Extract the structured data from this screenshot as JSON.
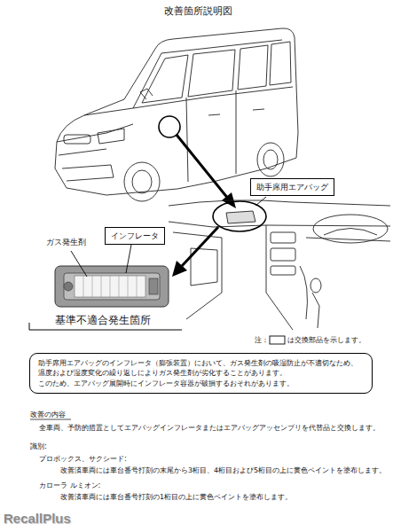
{
  "diagram": {
    "title": "改善箇所説明図",
    "nodes": [
      {
        "text": [
          "助手席用エアバッグ"
        ]
      },
      {
        "text": [
          "インフレータ"
        ]
      },
      {
        "text": [
          "助手席用エアバッグのインフレータ（膨張装置）において、ガス発生剤の吸湿防止が不適切なため、温度および湿度変化の繰り返しによりガス発生剤が劣化することがあります。",
          "このため、エアバッグ展開時にインフレータ容器が破損するおそれがあります。"
        ]
      }
    ],
    "labels": [
      "ガス発生剤",
      "基準不適合発生箇所",
      "注：",
      "は交換部品を示します。",
      "改善の内容",
      "全車両、予防的措置としてエアバッグインフレータまたはエアバッグアッセンブリを代替品と交換します。",
      "識別:",
      "プロボックス、サクシード:",
      "改善済車両には車台番号打刻の末尾から3桁目、4桁目および5桁目の上に黄色ペイントを塗布します。",
      "カローラ ルミオン:",
      "改善済車両には車台番号打刻の1桁目の上に黄色ペイントを塗布します。",
      "RecallPlus"
    ]
  }
}
